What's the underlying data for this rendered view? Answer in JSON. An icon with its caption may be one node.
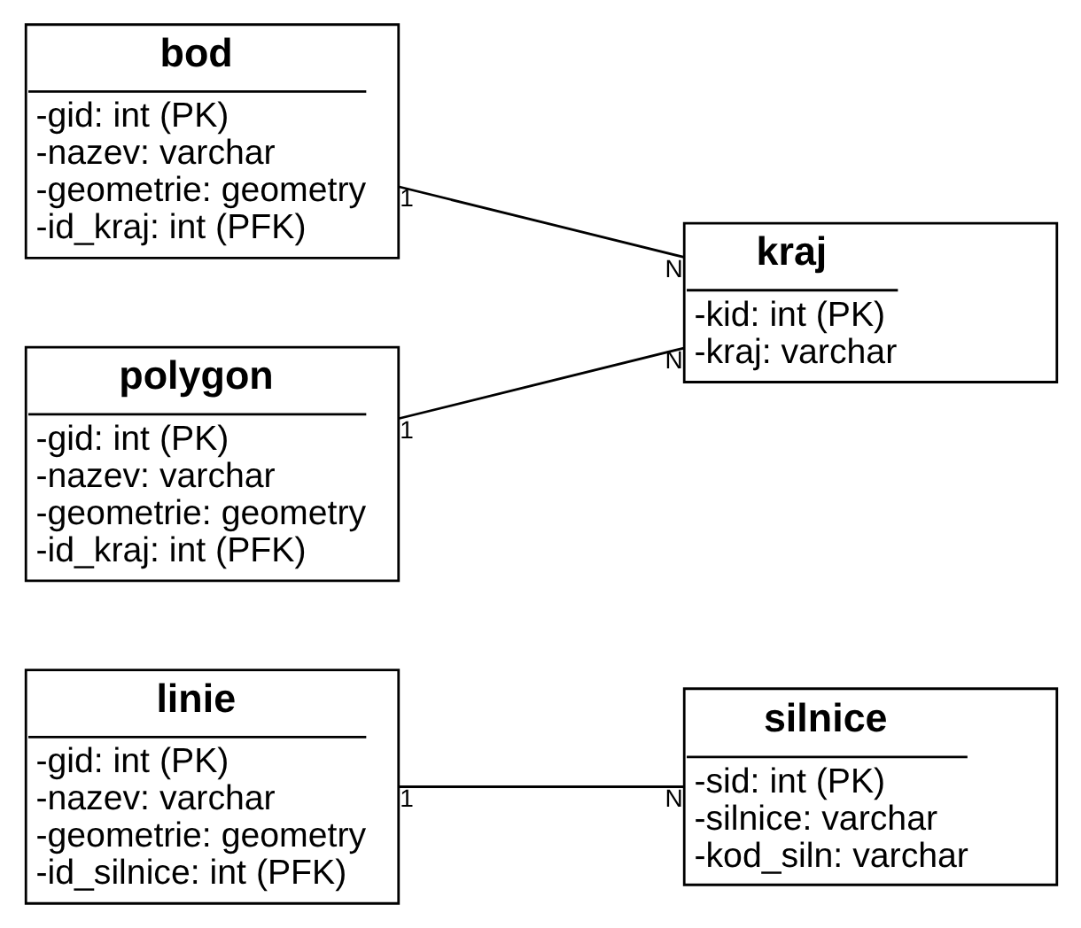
{
  "diagram": {
    "nodes": [
      {
        "text": [
          "bod",
          "-gid: int (PK)",
          "-nazev: varchar",
          "-geometrie: geometry",
          "-id_kraj: int (PFK)"
        ]
      },
      {
        "text": [
          "polygon",
          "-gid: int (PK)",
          "-nazev: varchar",
          "-geometrie: geometry",
          "-id_kraj: int (PFK)"
        ]
      },
      {
        "text": [
          "linie",
          "-gid: int (PK)",
          "-nazev: varchar",
          "-geometrie: geometry",
          "-id_silnice: int (PFK)"
        ]
      },
      {
        "text": [
          "kraj",
          "-kid: int (PK)",
          "-kraj: varchar"
        ]
      },
      {
        "text": [
          "silnice",
          "-sid: int (PK)",
          "-silnice: varchar",
          "-kod_siln: varchar"
        ]
      }
    ],
    "edges": [
      {
        "from": 0,
        "to": 3,
        "arrow": "none"
      },
      {
        "from": 1,
        "to": 3,
        "arrow": "none"
      },
      {
        "from": 2,
        "to": 4,
        "arrow": "none"
      }
    ],
    "labels": [
      "1",
      "N",
      "1",
      "N",
      "1",
      "N"
    ]
  }
}
